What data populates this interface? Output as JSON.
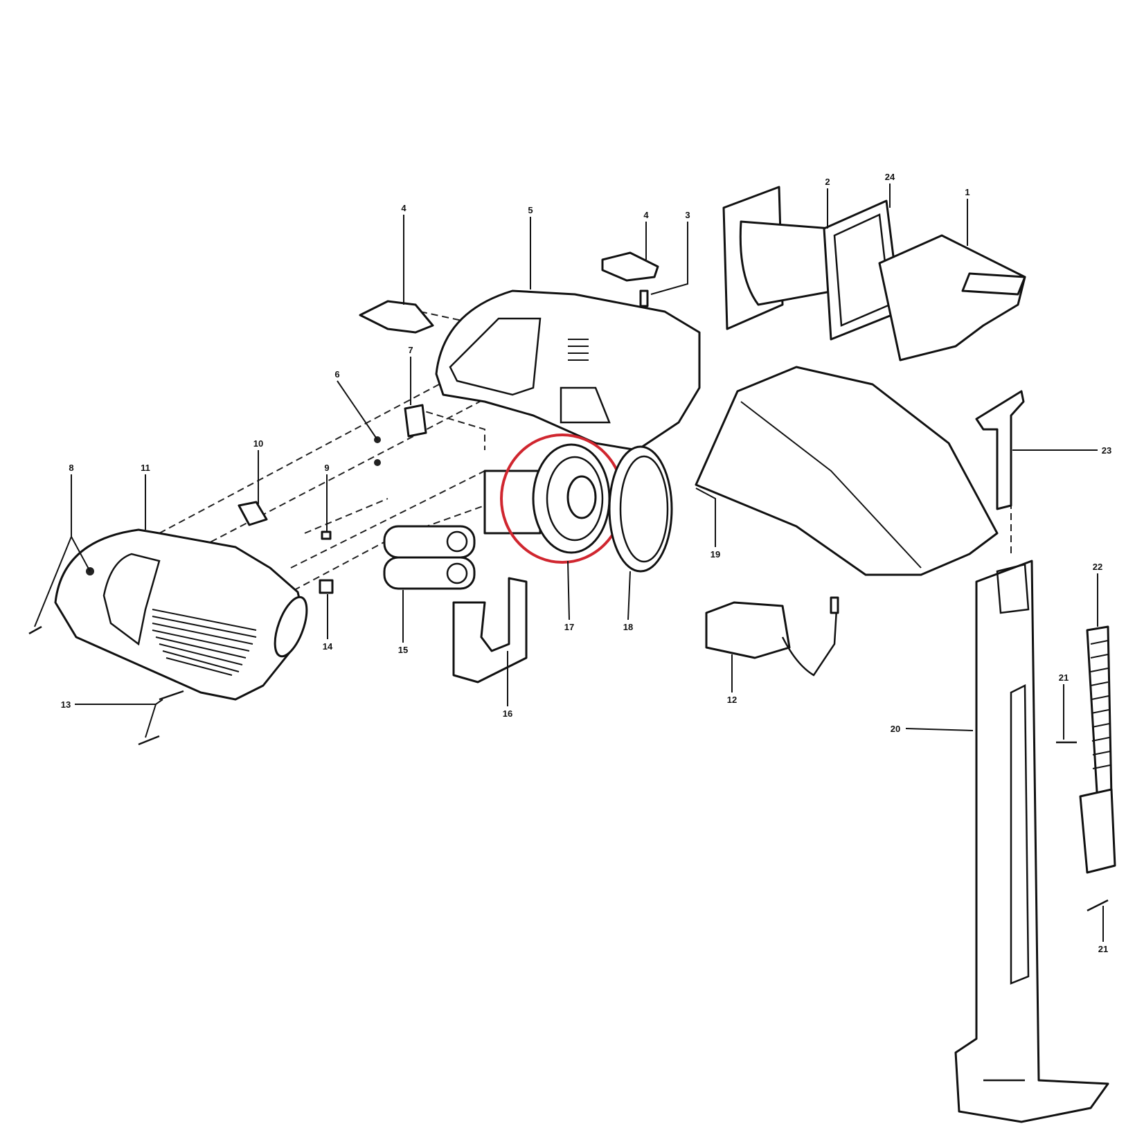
{
  "highlight_color": "#d0262f",
  "callouts": {
    "c4a": "4",
    "c5": "5",
    "c4b": "4",
    "c3": "3",
    "c2": "2",
    "c24": "24",
    "c1": "1",
    "c7": "7",
    "c6": "6",
    "c10": "10",
    "c8": "8",
    "c11": "11",
    "c9": "9",
    "c14": "14",
    "c15": "15",
    "c17": "17",
    "c18": "18",
    "c19": "19",
    "c23": "23",
    "c16": "16",
    "c12": "12",
    "c13": "13",
    "c20": "20",
    "c21a": "21",
    "c22": "22",
    "c21b": "21"
  }
}
